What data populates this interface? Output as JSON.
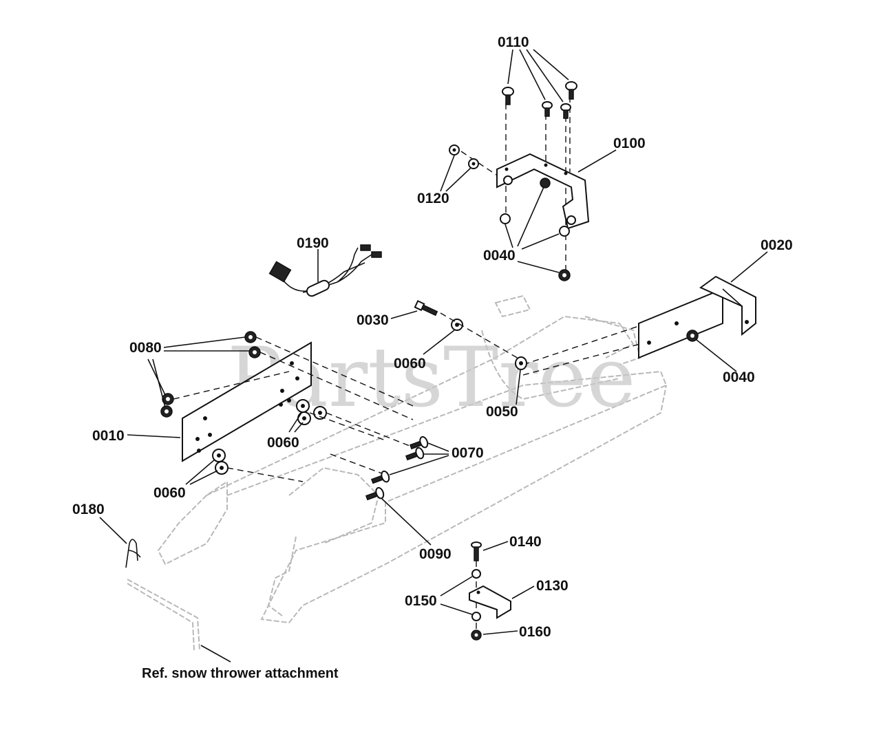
{
  "watermark": "PartsTree",
  "note": "Ref. snow thrower attachment",
  "labels": {
    "p0010": "0010",
    "p0020": "0020",
    "p0030": "0030",
    "p0040a": "0040",
    "p0040b": "0040",
    "p0050": "0050",
    "p0060a": "0060",
    "p0060b": "0060",
    "p0060c": "0060",
    "p0070": "0070",
    "p0080": "0080",
    "p0090": "0090",
    "p0100": "0100",
    "p0110": "0110",
    "p0120": "0120",
    "p0130": "0130",
    "p0140": "0140",
    "p0150": "0150",
    "p0160": "0160",
    "p0180": "0180",
    "p0190": "0190"
  }
}
